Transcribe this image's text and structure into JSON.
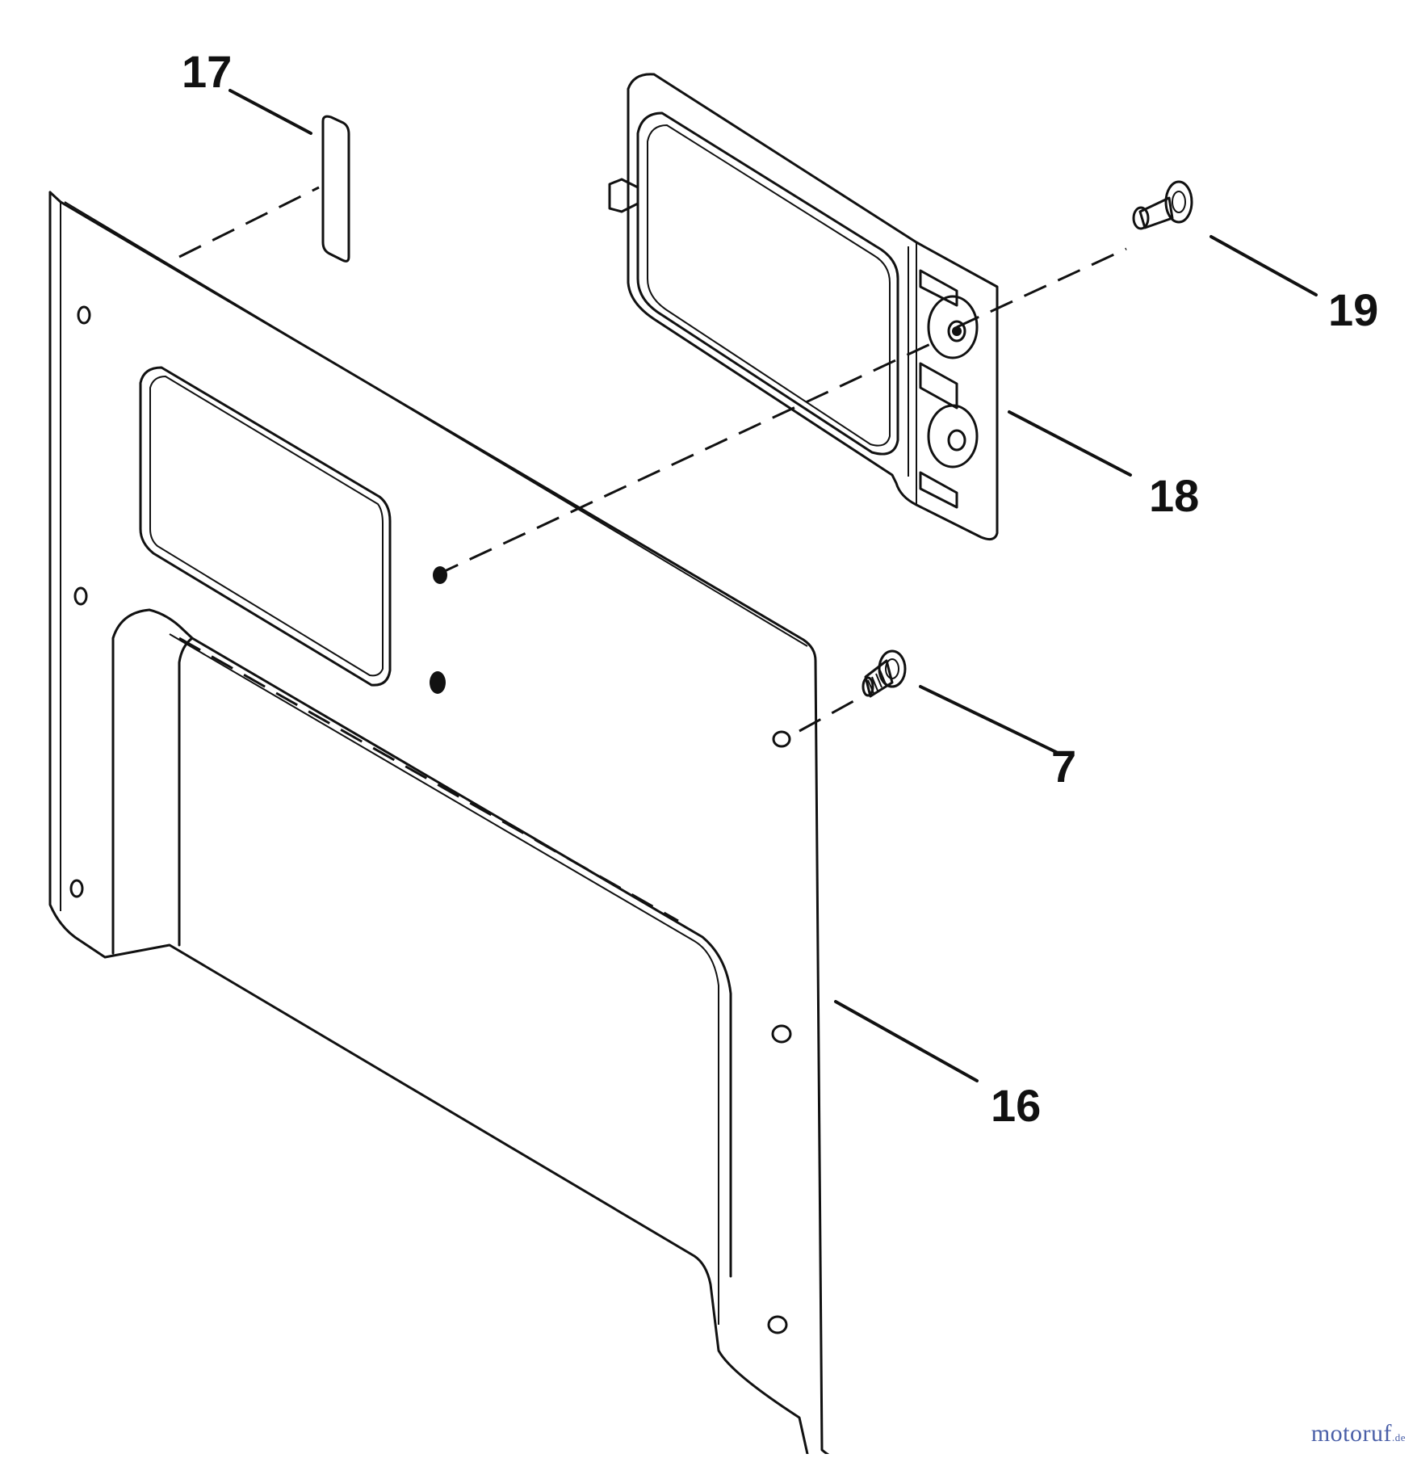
{
  "diagram": {
    "callouts": {
      "c7": "7",
      "c16": "16",
      "c17": "17",
      "c18": "18",
      "c19": "19"
    }
  },
  "watermark": {
    "brand": "motoruf",
    "suffix": ".de"
  }
}
